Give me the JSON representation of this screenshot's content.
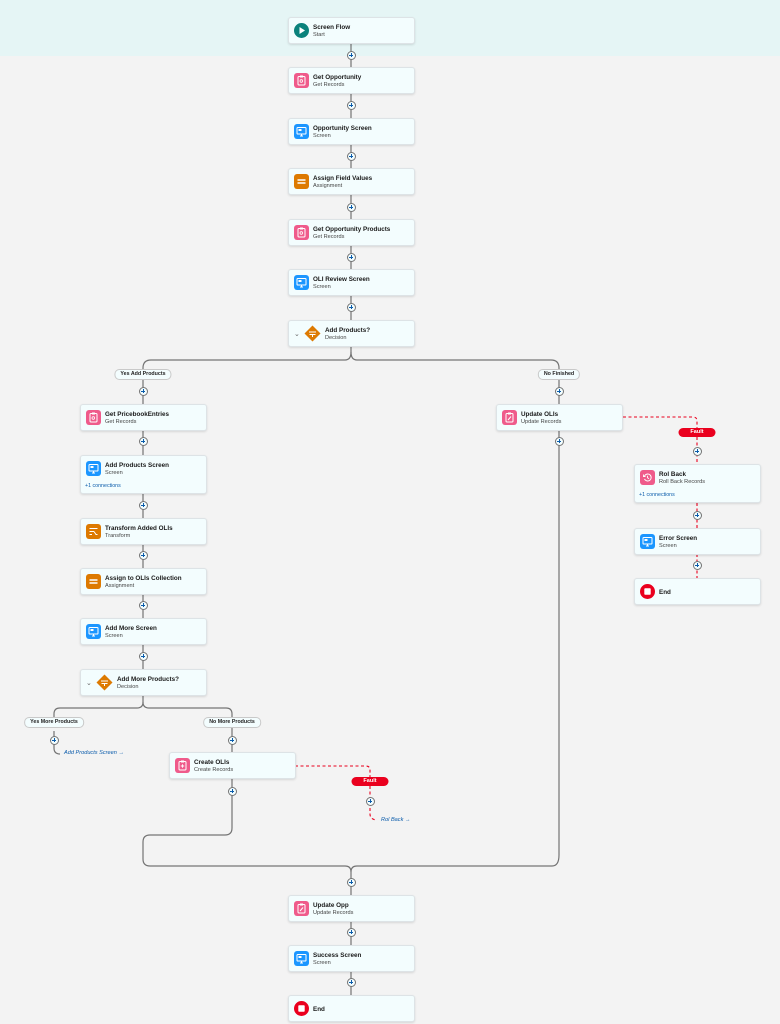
{
  "canvas": {
    "colors": {
      "start_band": "#e5f5f5",
      "background": "#f3f3f3",
      "connector": "#747474",
      "fault": "#ea001e",
      "link": "#0b5cab",
      "screen_icon": "#1b96ff",
      "records_icon": "#ef5b8b",
      "assignment_icon": "#dd7a01",
      "start_icon": "#0b827c",
      "end_icon": "#ea001e"
    }
  },
  "nodes": {
    "start": {
      "title": "Screen Flow",
      "subtitle": "Start",
      "icon": "play-icon"
    },
    "get_opportunity": {
      "title": "Get Opportunity",
      "subtitle": "Get Records",
      "icon": "get-records-icon"
    },
    "opportunity_screen": {
      "title": "Opportunity Screen",
      "subtitle": "Screen",
      "icon": "screen-icon"
    },
    "assign_field_values": {
      "title": "Assign Field Values",
      "subtitle": "Assignment",
      "icon": "assignment-icon"
    },
    "get_opportunity_products": {
      "title": "Get Opportunity Products",
      "subtitle": "Get Records",
      "icon": "get-records-icon"
    },
    "oli_review_screen": {
      "title": "OLI Review Screen",
      "subtitle": "Screen",
      "icon": "screen-icon"
    },
    "add_products_decision": {
      "title": "Add Products?",
      "subtitle": "Decision",
      "icon": "decision-icon"
    },
    "get_pricebook_entries": {
      "title": "Get PricebookEntries",
      "subtitle": "Get Records",
      "icon": "get-records-icon"
    },
    "add_products_screen": {
      "title": "Add Products Screen",
      "subtitle": "Screen",
      "connections": "+1 connections",
      "icon": "screen-icon"
    },
    "transform_added_olis": {
      "title": "Transform Added OLIs",
      "subtitle": "Transform",
      "icon": "transform-icon"
    },
    "assign_to_olis_collection": {
      "title": "Assign to OLIs Collection",
      "subtitle": "Assignment",
      "icon": "assignment-icon"
    },
    "add_more_screen": {
      "title": "Add More Screen",
      "subtitle": "Screen",
      "icon": "screen-icon"
    },
    "add_more_products_decision": {
      "title": "Add More Products?",
      "subtitle": "Decision",
      "icon": "decision-icon"
    },
    "create_olis": {
      "title": "Create OLIs",
      "subtitle": "Create Records",
      "icon": "create-records-icon"
    },
    "update_olis": {
      "title": "Update OLIs",
      "subtitle": "Update Records",
      "icon": "update-records-icon"
    },
    "rol_back": {
      "title": "Rol Back",
      "subtitle": "Roll Back Records",
      "connections": "+1 connections",
      "icon": "rollback-icon"
    },
    "error_screen": {
      "title": "Error Screen",
      "subtitle": "Screen",
      "icon": "screen-icon"
    },
    "end_fault": {
      "title": "End",
      "icon": "stop-icon"
    },
    "update_opp": {
      "title": "Update Opp",
      "subtitle": "Update Records",
      "icon": "update-records-icon"
    },
    "success_screen": {
      "title": "Success Screen",
      "subtitle": "Screen",
      "icon": "screen-icon"
    },
    "end_main": {
      "title": "End",
      "icon": "stop-icon"
    }
  },
  "branches": {
    "yes_add_products": "Yes Add Products",
    "no_finished": "No Finished",
    "yes_more_products": "Yes More Products",
    "no_more_products": "No More Products"
  },
  "faults": {
    "label": "Fault"
  },
  "gotos": {
    "add_products_screen": "Add Products Screen →",
    "rol_back": "Rol Back →"
  }
}
